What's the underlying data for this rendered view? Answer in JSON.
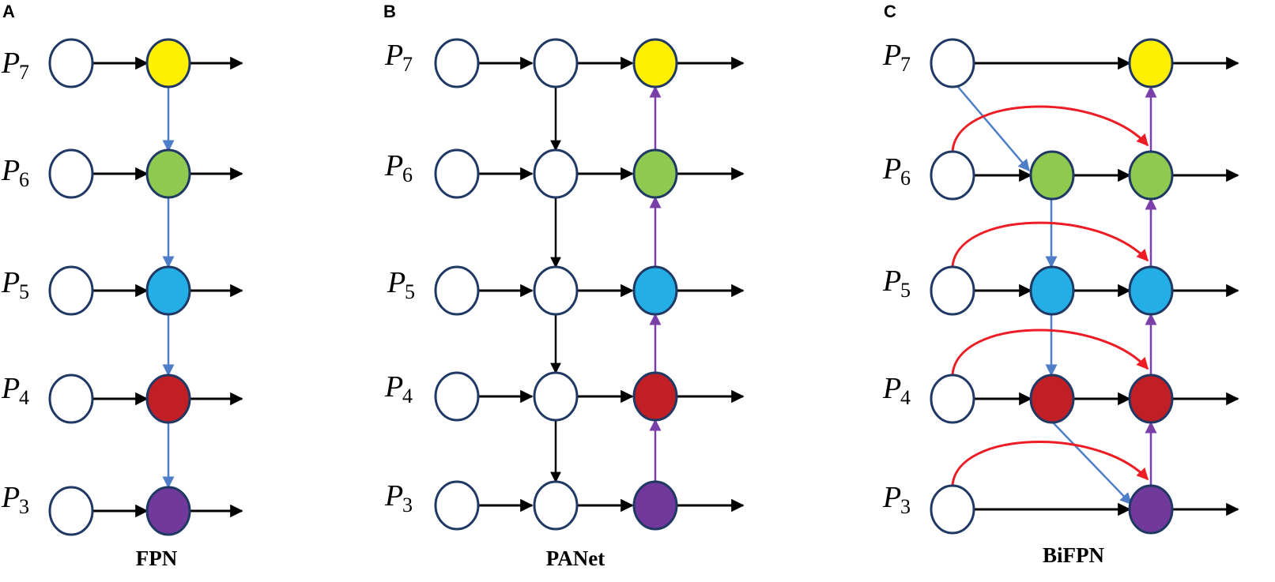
{
  "node_colors": {
    "P7": "#ffef00",
    "P6": "#8fc94f",
    "P5": "#23aee6",
    "P4": "#c01f26",
    "P3": "#70399b",
    "input": "#ffffff",
    "outline": "#1f3864"
  },
  "edge_colors": {
    "lateral": "#000000",
    "top_down_fpn": "#4f7ec9",
    "bottom_up": "#7a3fa8",
    "skip": "#ee1c24"
  },
  "panels": [
    {
      "letter": "A",
      "caption": "FPN",
      "levels": [
        {
          "main": "P",
          "sub": "7"
        },
        {
          "main": "P",
          "sub": "6"
        },
        {
          "main": "P",
          "sub": "5"
        },
        {
          "main": "P",
          "sub": "4"
        },
        {
          "main": "P",
          "sub": "3"
        }
      ]
    },
    {
      "letter": "B",
      "caption": "PANet",
      "levels": [
        {
          "main": "P",
          "sub": "7"
        },
        {
          "main": "P",
          "sub": "6"
        },
        {
          "main": "P",
          "sub": "5"
        },
        {
          "main": "P",
          "sub": "4"
        },
        {
          "main": "P",
          "sub": "3"
        }
      ]
    },
    {
      "letter": "C",
      "caption": "BiFPN",
      "levels": [
        {
          "main": "P",
          "sub": "7"
        },
        {
          "main": "P",
          "sub": "6"
        },
        {
          "main": "P",
          "sub": "5"
        },
        {
          "main": "P",
          "sub": "4"
        },
        {
          "main": "P",
          "sub": "3"
        }
      ]
    }
  ]
}
